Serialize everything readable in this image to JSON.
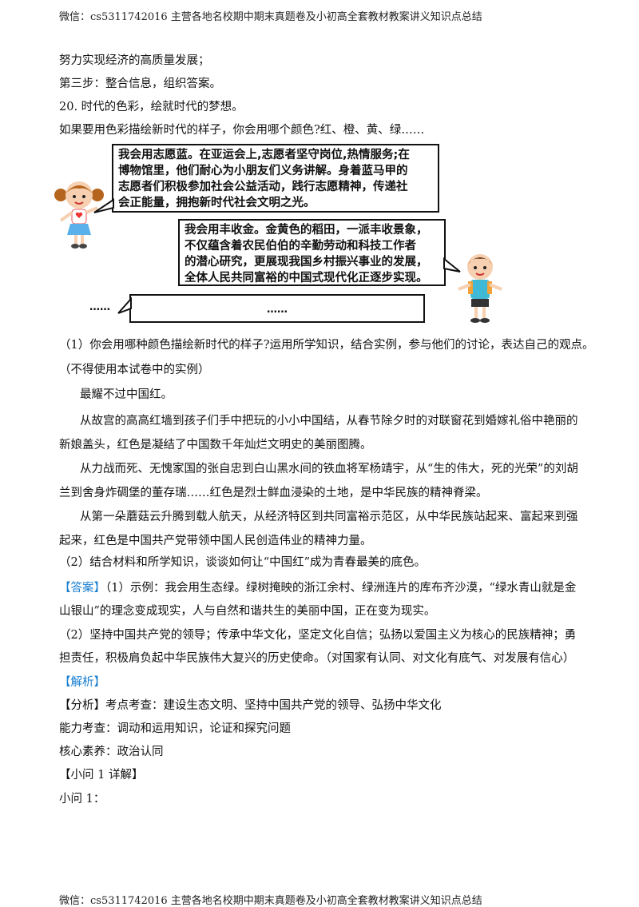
{
  "header": "微信：cs5311742016  主营各地名校期中期末真题卷及小初高全套教材教案讲义知识点总结",
  "footer": "微信：cs5311742016  主营各地名校期中期末真题卷及小初高全套教材教案讲义知识点总结",
  "lines_top": [
    "努力实现经济的高质量发展；",
    "第三步：整合信息，组织答案。",
    "20. 时代的色彩，绘就时代的梦想。",
    "如果要用色彩描绘新时代的样子，你会用哪个颜色?红、橙、黄、绿……"
  ],
  "bubble1": [
    "我会用志愿蓝。在亚运会上,志愿者坚守岗位,热情服务;在",
    "博物馆里，他们耐心为小朋友们义务讲解。身着蓝马甲的",
    "志愿者们积极参加社会公益活动，践行志愿精神，传递社",
    "会正能量，拥抱新时代社会文明之光。"
  ],
  "bubble2": [
    "我会用丰收金。金黄色的稻田，一派丰收景象，",
    "不仅蕴含着农民伯伯的辛勤劳动和科技工作者",
    "的潜心研究，更展现我国乡村振兴事业的发展，",
    "全体人民共同富裕的中国式现代化正逐步实现。"
  ],
  "dots_left": "……",
  "dots_bubble": "……",
  "q1": "（1）你会用哪种颜色描绘新时代的样子?运用所学知识，结合实例，参与他们的讨论，表达自己的观点。",
  "q1_note": "（不得使用本试卷中的实例）",
  "material": [
    "最耀不过中国红。",
    "从故宫的高高红墙到孩子们手中把玩的小小中国结，从春节除夕时的对联窗花到婚嫁礼俗中艳丽的新娘盖头，红色是凝结了中国数千年灿烂文明史的美丽图腾。",
    "从力战而死、无愧家国的张自忠到白山黑水间的铁血将军杨靖宇，从“生的伟大，死的光荣”的刘胡兰到舍身炸碉堡的董存瑞……红色是烈士鲜血浸染的土地，是中华民族的精神脊梁。",
    "从第一朵蘑菇云升腾到载人航天，从经济特区到共同富裕示范区，从中华民族站起来、富起来到强起来，红色是中国共产党带领中国人民创造伟业的精神力量。"
  ],
  "q2": "（2）结合材料和所学知识，谈谈如何让“中国红”成为青春最美的底色。",
  "answer_tag": "【答案】",
  "answer1": "（1）示例：我会用生态绿。绿树掩映的浙江余村、绿洲连片的库布齐沙漠，“绿水青山就是金山银山”的理念变成现实，人与自然和谐共生的美丽中国，正在变为现实。",
  "answer2": "（2）坚持中国共产党的领导；传承中华文化，坚定文化自信；弘扬以爱国主义为核心的民族精神；勇担责任，积极肩负起中华民族伟大复兴的历史使命。（对国家有认同、对文化有底气、对发展有信心）",
  "analysis_tag": "【解析】",
  "analysis": "【分析】考点考查：建设生态文明、坚持中国共产党的领导、弘扬中华文化",
  "ability": "能力考查：调动和运用知识，论证和探究问题",
  "literacy": "核心素养：政治认同",
  "sub_tag": "【小问 1 详解】",
  "sub_label": "小问 1："
}
